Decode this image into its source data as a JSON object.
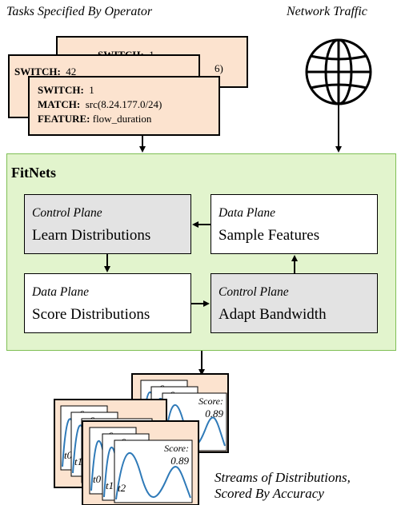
{
  "captions": {
    "tasks": "Tasks Specified By Operator",
    "traffic": "Network Traffic",
    "streams_line1": "Streams of Distributions,",
    "streams_line2": "Scored By Accuracy"
  },
  "task_cards": {
    "back": {
      "switch_label": "SWITCH:",
      "switch_value": "1",
      "partial": "6)"
    },
    "middle": {
      "switch_label": "SWITCH:",
      "switch_value": "42"
    },
    "front": {
      "switch_label": "SWITCH:",
      "switch_value": "1",
      "match_label": "MATCH:",
      "match_value": "src(8.24.177.0/24)",
      "feature_label": "FEATURE:",
      "feature_value": "flow_duration"
    }
  },
  "fitnets": {
    "title": "FitNets",
    "boxes": {
      "learn": {
        "plane": "Control Plane",
        "name": "Learn Distributions"
      },
      "sample": {
        "plane": "Data Plane",
        "name": "Sample Features"
      },
      "score": {
        "plane": "Data Plane",
        "name": "Score Distributions"
      },
      "adapt": {
        "plane": "Control Plane",
        "name": "Adapt Bandwidth"
      }
    }
  },
  "output_stacks": {
    "score_label": "Score:",
    "score_value": "0.89",
    "time_labels": [
      "t0",
      "t1",
      "t2"
    ]
  },
  "colors": {
    "card_fill": "#fce3cf",
    "fitnets_fill": "#e2f4cd",
    "fitnets_border": "#7fbf55",
    "control_plane_fill": "#e3e3e3",
    "curve": "#2f7ab8"
  },
  "icons": [
    "globe-icon"
  ]
}
